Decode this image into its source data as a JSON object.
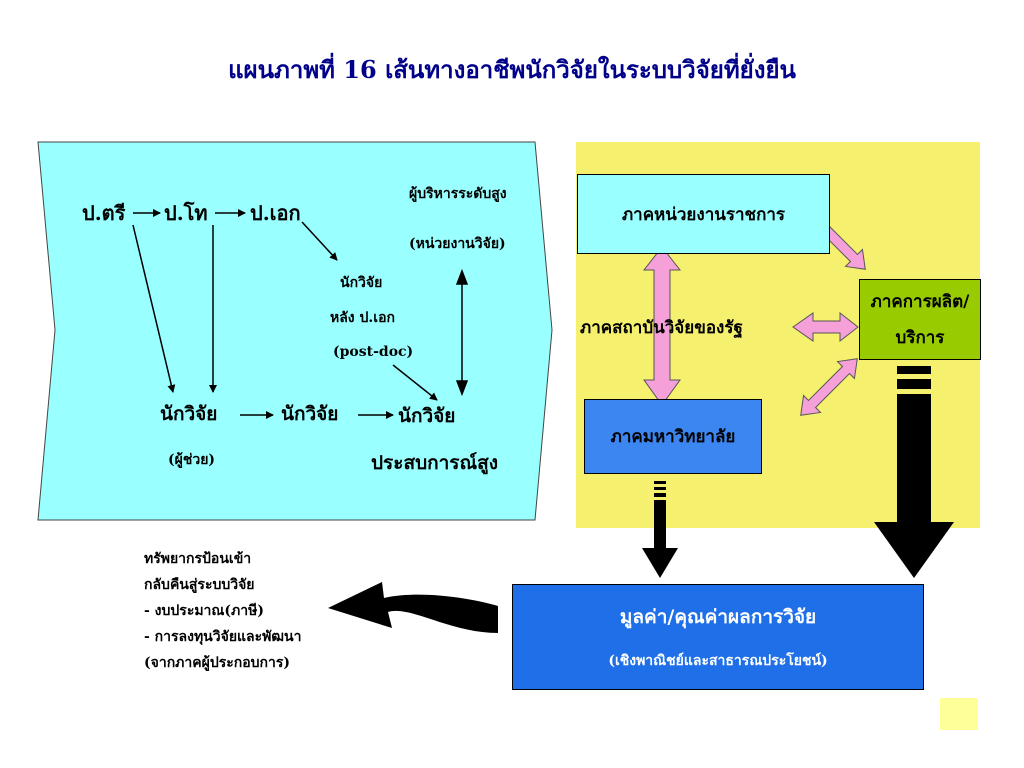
{
  "title": "แผนภาพที่ 16   เส้นทางอาชีพนักวิจัยในระบบวิจัยที่ยั่งยืน",
  "left_panel": {
    "bachelor": "ป.ตรี",
    "master": "ป.โท",
    "phd": "ป.เอก",
    "senior_exec_line1": "ผู้บริหารระดับสูง",
    "senior_exec_line2": "(หน่วยงานวิจัย)",
    "postdoc_line1": "นักวิจัย",
    "postdoc_line2": "หลัง ป.เอก",
    "postdoc_line3": "(post-doc)",
    "assistant_line1": "นักวิจัย",
    "assistant_line2": "(ผู้ช่วย)",
    "researcher": "นักวิจัย",
    "experienced_line1": "นักวิจัย",
    "experienced_line2": "ประสบการณ์สูง"
  },
  "right_panel": {
    "government": "ภาคหน่วยงานราชการ",
    "state_research": "ภาคสถาบันวิจัยของรัฐ",
    "production_line1": "ภาคการผลิต/",
    "production_line2": "บริการ",
    "university": "ภาคมหาวิทยาลัย"
  },
  "value_box": {
    "line1": "มูลค่า/คุณค่าผลการวิจัย",
    "line2": "(เชิงพาณิชย์และสาธารณประโยชน์)"
  },
  "inputs": {
    "line1": "ทรัพยากรป้อนเข้า",
    "line2": "กลับคืนสู่ระบบวิจัย",
    "line3": "- งบประมาณ(ภาษี)",
    "line4": "- การลงทุนวิจัยและพัฒนา",
    "line5": "(จากภาคผู้ประกอบการ)"
  },
  "colors": {
    "left_panel": "#99ffff",
    "right_panel": "#f5f06e",
    "government_box": "#99ffff",
    "production_box": "#99cc00",
    "university_box": "#3b86f0",
    "value_box": "#1f6fe8",
    "double_arrows": "#f5a0d8",
    "title": "#00008b"
  }
}
